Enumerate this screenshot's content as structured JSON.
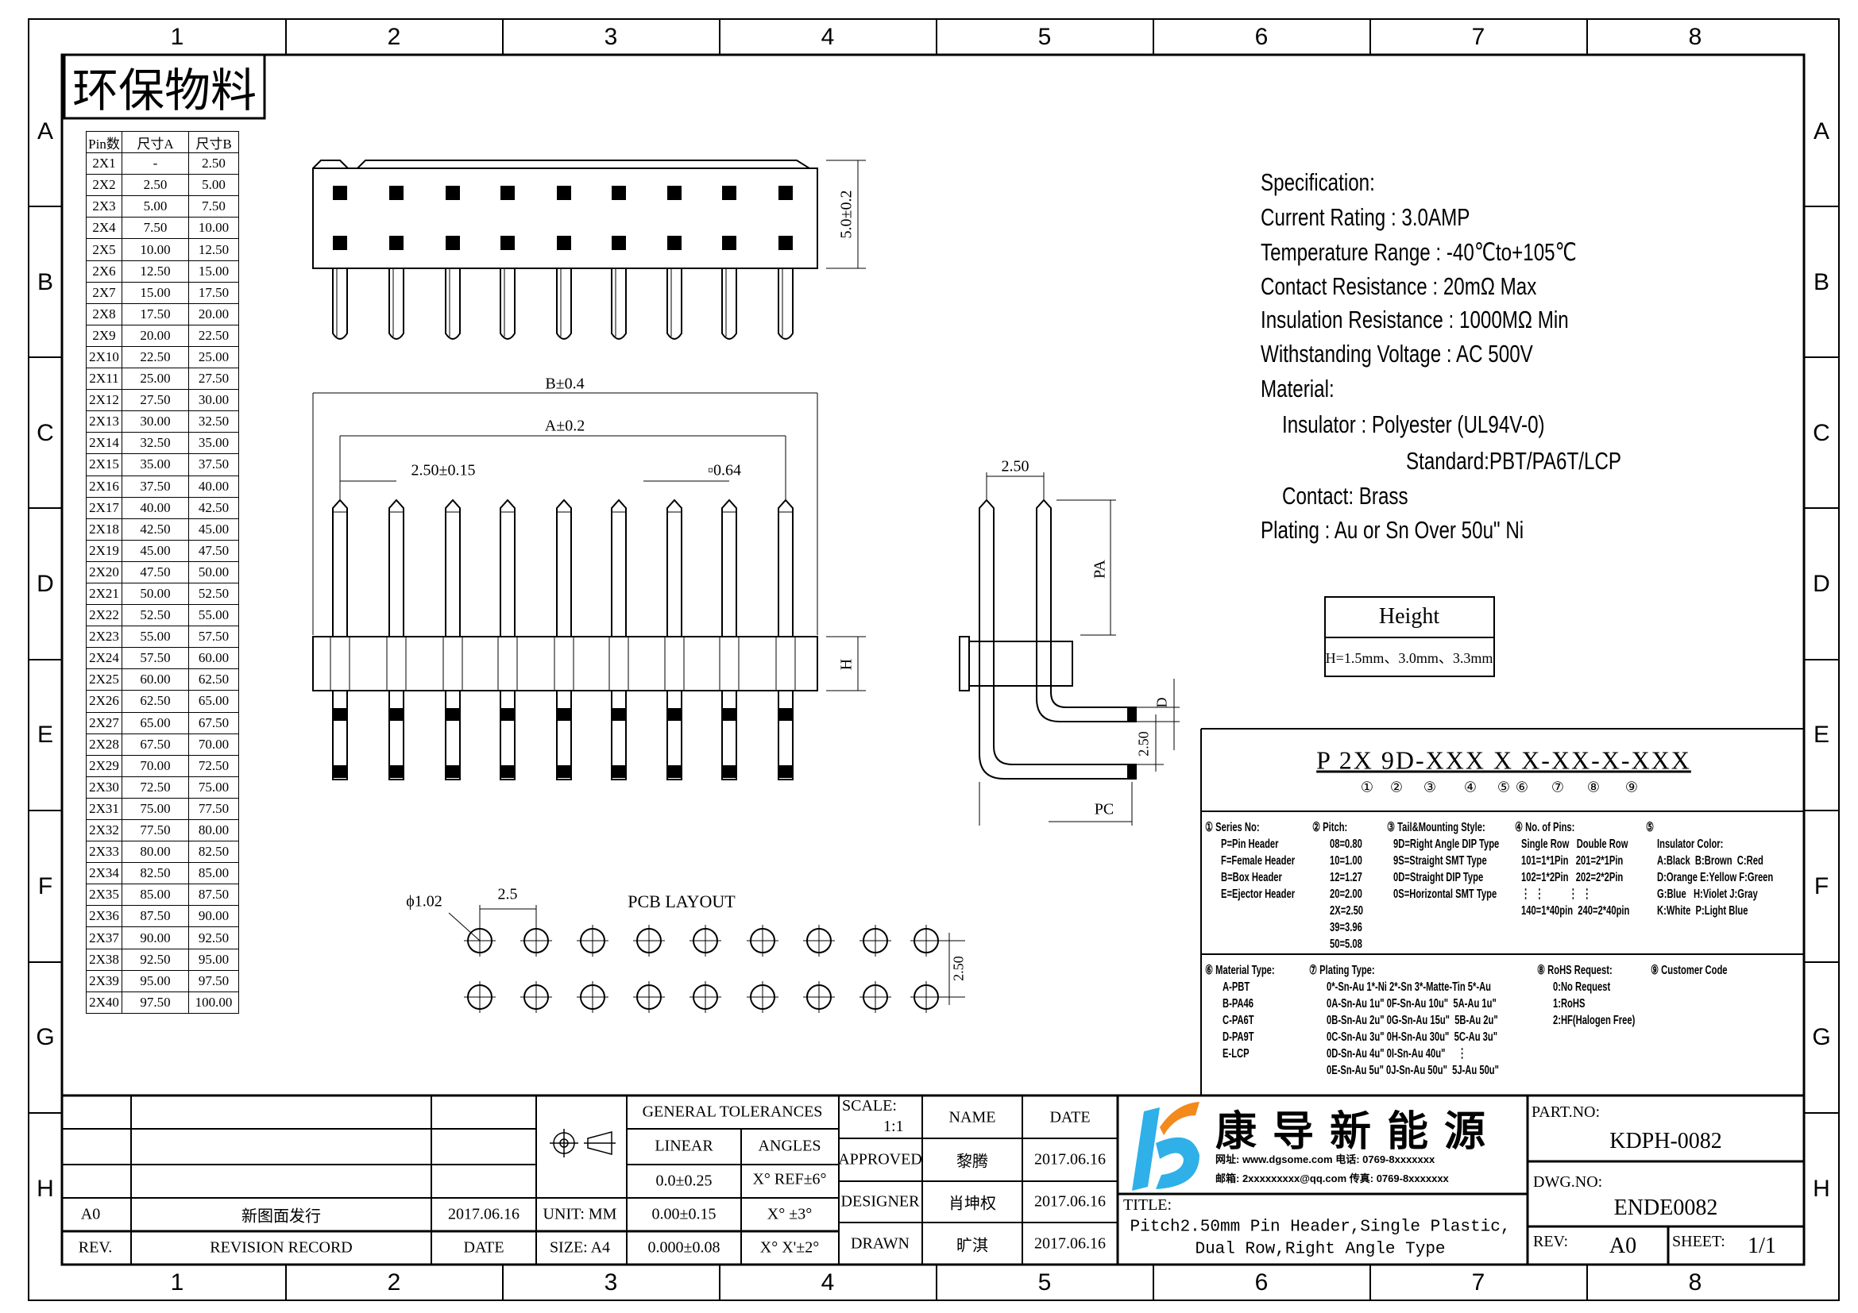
{
  "header": {
    "title_cn": "环保物料"
  },
  "grid": {
    "columns": [
      "1",
      "2",
      "3",
      "4",
      "5",
      "6",
      "7",
      "8"
    ],
    "rows": [
      "A",
      "B",
      "C",
      "D",
      "E",
      "F",
      "G",
      "H"
    ]
  },
  "pin_table": {
    "headers": [
      "Pin数",
      "尺寸A",
      "尺寸B"
    ],
    "rows": [
      [
        "2X1",
        "-",
        "2.50"
      ],
      [
        "2X2",
        "2.50",
        "5.00"
      ],
      [
        "2X3",
        "5.00",
        "7.50"
      ],
      [
        "2X4",
        "7.50",
        "10.00"
      ],
      [
        "2X5",
        "10.00",
        "12.50"
      ],
      [
        "2X6",
        "12.50",
        "15.00"
      ],
      [
        "2X7",
        "15.00",
        "17.50"
      ],
      [
        "2X8",
        "17.50",
        "20.00"
      ],
      [
        "2X9",
        "20.00",
        "22.50"
      ],
      [
        "2X10",
        "22.50",
        "25.00"
      ],
      [
        "2X11",
        "25.00",
        "27.50"
      ],
      [
        "2X12",
        "27.50",
        "30.00"
      ],
      [
        "2X13",
        "30.00",
        "32.50"
      ],
      [
        "2X14",
        "32.50",
        "35.00"
      ],
      [
        "2X15",
        "35.00",
        "37.50"
      ],
      [
        "2X16",
        "37.50",
        "40.00"
      ],
      [
        "2X17",
        "40.00",
        "42.50"
      ],
      [
        "2X18",
        "42.50",
        "45.00"
      ],
      [
        "2X19",
        "45.00",
        "47.50"
      ],
      [
        "2X20",
        "47.50",
        "50.00"
      ],
      [
        "2X21",
        "50.00",
        "52.50"
      ],
      [
        "2X22",
        "52.50",
        "55.00"
      ],
      [
        "2X23",
        "55.00",
        "57.50"
      ],
      [
        "2X24",
        "57.50",
        "60.00"
      ],
      [
        "2X25",
        "60.00",
        "62.50"
      ],
      [
        "2X26",
        "62.50",
        "65.00"
      ],
      [
        "2X27",
        "65.00",
        "67.50"
      ],
      [
        "2X28",
        "67.50",
        "70.00"
      ],
      [
        "2X29",
        "70.00",
        "72.50"
      ],
      [
        "2X30",
        "72.50",
        "75.00"
      ],
      [
        "2X31",
        "75.00",
        "77.50"
      ],
      [
        "2X32",
        "77.50",
        "80.00"
      ],
      [
        "2X33",
        "80.00",
        "82.50"
      ],
      [
        "2X34",
        "82.50",
        "85.00"
      ],
      [
        "2X35",
        "85.00",
        "87.50"
      ],
      [
        "2X36",
        "87.50",
        "90.00"
      ],
      [
        "2X37",
        "90.00",
        "92.50"
      ],
      [
        "2X38",
        "92.50",
        "95.00"
      ],
      [
        "2X39",
        "95.00",
        "97.50"
      ],
      [
        "2X40",
        "97.50",
        "100.00"
      ]
    ]
  },
  "dimensions": {
    "height_top": "5.0±0.2",
    "b": "B±0.4",
    "a": "A±0.2",
    "pitch": "2.50±0.15",
    "pin_sq": "▫0.64",
    "h": "H",
    "side_pitch": "2.50",
    "pa": "PA",
    "d": "D",
    "side_pitch2": "2.50",
    "pc": "PC",
    "hole": "ϕ1.02",
    "pcb_pitch": "2.5",
    "pcb_title": "PCB LAYOUT",
    "pcb_row": "2.50"
  },
  "specification": {
    "lines": [
      "Specification:",
      "Current Rating : 3.0AMP",
      "Temperature Range : -40℃to+105℃",
      "Contact Resistance : 20mΩ Max",
      "Insulation Resistance : 1000MΩ Min",
      "Withstanding Voltage : AC 500V",
      "Material:",
      "Insulator : Polyester (UL94V-0)",
      "Standard:PBT/PA6T/LCP",
      "Contact: Brass",
      "Plating : Au or Sn Over 50u\" Ni"
    ]
  },
  "height_box": {
    "title": "Height",
    "value": "H=1.5mm、3.0mm、3.3mm"
  },
  "part_code": {
    "code": "P 2X 9D-XXX X X-XX-X-XXX",
    "markers": [
      "①",
      "②",
      "③",
      "④",
      "⑤",
      "⑥",
      "⑦",
      "⑧",
      "⑨"
    ],
    "series": [
      "① Series No:",
      "P=Pin Header",
      "F=Female Header",
      "B=Box Header",
      "E=Ejector Header"
    ],
    "pitch": [
      "② Pitch:",
      "08=0.80",
      "10=1.00",
      "12=1.27",
      "20=2.00",
      "2X=2.50",
      "39=3.96",
      "50=5.08"
    ],
    "tail": [
      "③ Tail&Mounting Style:",
      "9D=Right Angle DIP Type",
      "9S=Straight SMT Type",
      "0D=Straight DIP Type",
      "0S=Horizontal SMT Type"
    ],
    "pins": [
      "④ No. of Pins:",
      "Single Row   Double Row",
      "101=1*1Pin   201=2*1Pin",
      "102=1*2Pin   202=2*2Pin",
      "⋮  ⋮          ⋮  ⋮",
      "140=1*40pin  240=2*40pin"
    ],
    "color": [
      "⑤",
      "Insulator Color:",
      "A:Black  B:Brown  C:Red",
      "D:Orange E:Yellow F:Green",
      "G:Blue   H:Violet J:Gray",
      "K:White  P:Light Blue"
    ],
    "material": [
      "⑥ Material Type:",
      "A-PBT",
      "B-PA46",
      "C-PA6T",
      "D-PA9T",
      "E-LCP"
    ],
    "plating": [
      "⑦ Plating Type:",
      "0*-Sn-Au 1*-Ni 2*-Sn 3*-Matte-Tin 5*-Au",
      "0A-Sn-Au 1u\" 0F-Sn-Au 10u\"  5A-Au 1u\"",
      "0B-Sn-Au 2u\" 0G-Sn-Au 15u\"  5B-Au 2u\"",
      "0C-Sn-Au 3u\" 0H-Sn-Au 30u\"  5C-Au 3u\"",
      "0D-Sn-Au 4u\" 0I-Sn-Au 40u\"     ⋮",
      "0E-Sn-Au 5u\" 0J-Sn-Au 50u\"  5J-Au 50u\""
    ],
    "rohs": [
      "⑧ RoHS Request:",
      "0:No Request",
      "1:RoHS",
      "2:HF(Halogen Free)"
    ],
    "customer": [
      "⑨ Customer Code"
    ]
  },
  "title_block": {
    "rev_row": {
      "rev": "A0",
      "record": "新图面发行",
      "date": "2017.06.16"
    },
    "rev_header": {
      "rev": "REV.",
      "record": "REVISION RECORD",
      "date": "DATE"
    },
    "unit": "UNIT: MM",
    "size": "SIZE: A4",
    "tolerances": {
      "title": "GENERAL TOLERANCES",
      "linear": "LINEAR",
      "angles": "ANGLES",
      "rows": [
        [
          "0.0±0.25",
          "X° REF±6°"
        ],
        [
          "0.00±0.15",
          "X° ±3°"
        ],
        [
          "0.000±0.08",
          "X° X'±2°"
        ]
      ]
    },
    "scale_label": "SCALE:",
    "scale": "1:1",
    "name_label": "NAME",
    "date_label": "DATE",
    "people": [
      {
        "role": "APPROVED",
        "name": "黎腾",
        "date": "2017.06.16"
      },
      {
        "role": "DESIGNER",
        "name": "肖坤权",
        "date": "2017.06.16"
      },
      {
        "role": "DRAWN",
        "name": "旷淇",
        "date": "2017.06.16"
      }
    ],
    "logo": {
      "company": "康导新能源",
      "line1": "网址: www.dgsome.com   电话: 0769-8xxxxxxx",
      "line2": "邮箱: 2xxxxxxxxx@qq.com   传真: 0769-8xxxxxxx"
    },
    "title_label": "TITLE:",
    "title_line1": "Pitch2.50mm Pin Header,Single Plastic,",
    "title_line2": "Dual Row,Right Angle Type",
    "part_no_label": "PART.NO:",
    "part_no": "KDPH-0082",
    "dwg_no_label": "DWG.NO:",
    "dwg_no": "ENDE0082",
    "rev_label": "REV:",
    "rev": "A0",
    "sheet_label": "SHEET:",
    "sheet": "1/1"
  }
}
